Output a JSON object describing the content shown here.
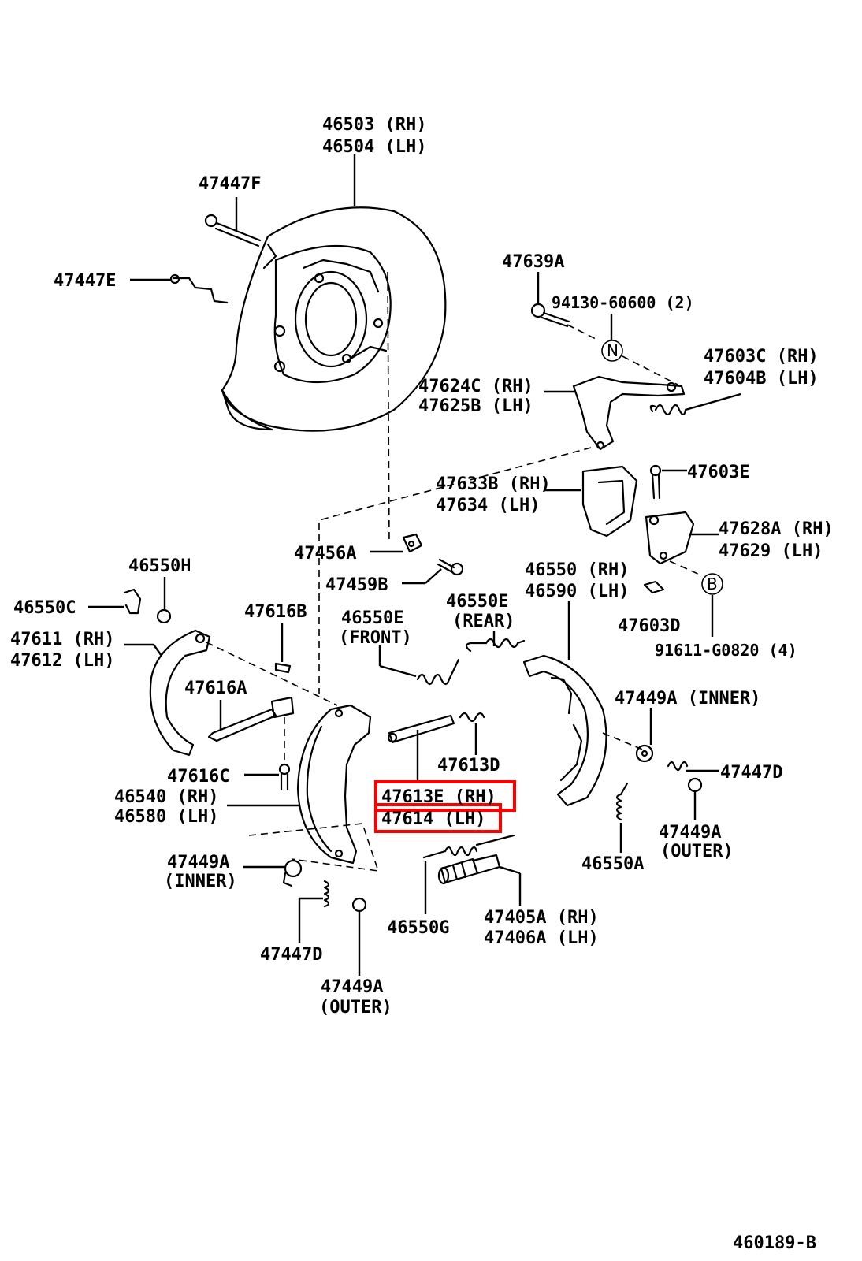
{
  "labels": {
    "l46503": "46503 (RH)",
    "l46504": "46504 (LH)",
    "l47447F": "47447F",
    "l47447E": "47447E",
    "l47639A": "47639A",
    "l94130": "94130-60600 (2)",
    "l47603C": "47603C (RH)",
    "l47604B": "47604B (LH)",
    "l47624C": "47624C (RH)",
    "l47625B": "47625B (LH)",
    "l47633B": "47633B (RH)",
    "l47634": "47634 (LH)",
    "l47603E": "47603E",
    "l47628A": "47628A (RH)",
    "l47629": "47629 (LH)",
    "l47456A": "47456A",
    "l47459B": "47459B",
    "l46550H": "46550H",
    "l46550C": "46550C",
    "l46550E_rear": "46550E",
    "l_rear": "(REAR)",
    "l46550": "46550 (RH)",
    "l46590": "46590 (LH)",
    "l47603D": "47603D",
    "l91611": "91611-G0820 (4)",
    "l47611": "47611 (RH)",
    "l47612": "47612 (LH)",
    "l47616B": "47616B",
    "l46550E_front": "46550E",
    "l_front": "(FRONT)",
    "l47616A": "47616A",
    "l47449A_inner_r": "47449A (INNER)",
    "l47613D": "47613D",
    "l47447D_r": "47447D",
    "l47616C": "47616C",
    "l46540": "46540 (RH)",
    "l46580": "46580 (LH)",
    "l47613E": "47613E (RH)",
    "l47614": "47614 (LH)",
    "l47449A_outer_r": "47449A",
    "l_outer_r": "(OUTER)",
    "l46550A": "46550A",
    "l47449A_inner_l": "47449A",
    "l_inner_l": "(INNER)",
    "l47447D_l": "47447D",
    "l46550G": "46550G",
    "l47405A": "47405A (RH)",
    "l47406A": "47406A (LH)",
    "l47449A_outer_l": "47449A",
    "l_outer_l": "(OUTER)",
    "circle_N": "N",
    "circle_B": "B",
    "drawing_number": "460189-B"
  },
  "highlight_color": "#ff0000"
}
